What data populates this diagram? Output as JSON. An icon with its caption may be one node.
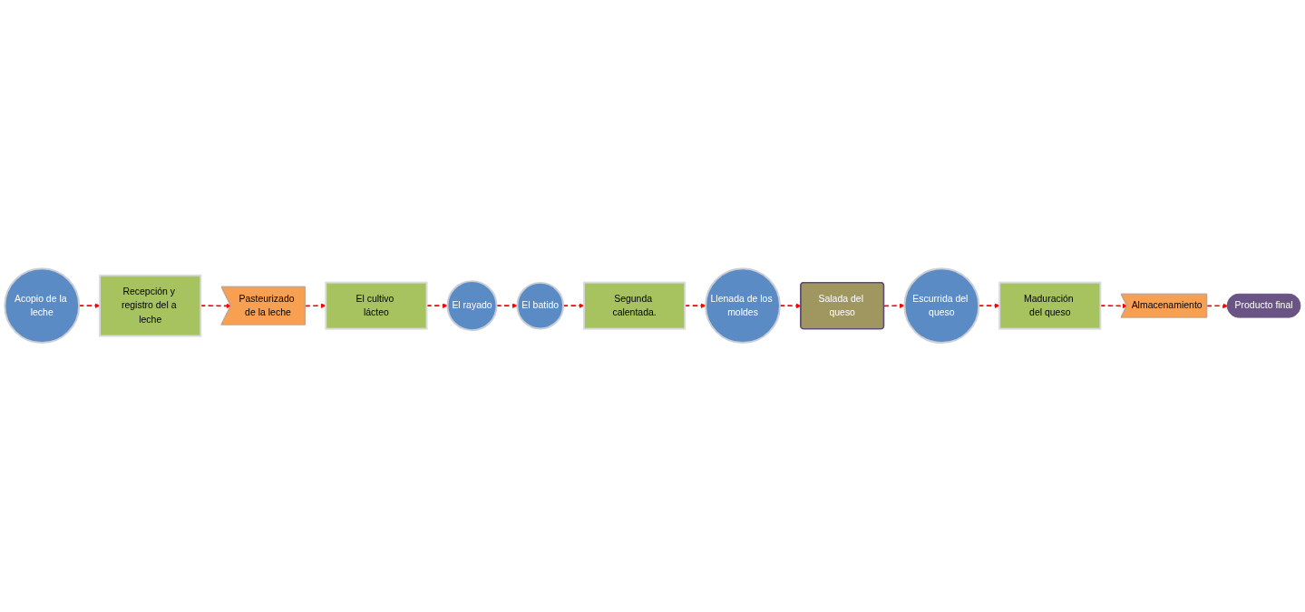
{
  "diagram": {
    "nodes": [
      {
        "text": [
          "Acopio de la leche"
        ]
      },
      {
        "text": [
          "Recepción y registro del a leche"
        ]
      },
      {
        "text": [
          "Pasteurizado de la leche"
        ]
      },
      {
        "text": [
          "El cultivo lácteo"
        ]
      },
      {
        "text": [
          "El rayado"
        ]
      },
      {
        "text": [
          "El batido"
        ]
      },
      {
        "text": [
          "Segunda calentada."
        ]
      },
      {
        "text": [
          "Llenada de los moldes"
        ]
      },
      {
        "text": [
          "Salada del queso"
        ]
      },
      {
        "text": [
          "Escurrida del queso"
        ]
      },
      {
        "text": [
          "Maduración del queso"
        ]
      },
      {
        "text": [
          "Almacenamiento"
        ]
      },
      {
        "text": [
          "Producto final"
        ]
      }
    ],
    "edges": [
      {
        "from": 0,
        "to": 1,
        "arrow": "to",
        "style": "dashed"
      },
      {
        "from": 1,
        "to": 2,
        "arrow": "to",
        "style": "dashed"
      },
      {
        "from": 2,
        "to": 3,
        "arrow": "to",
        "style": "dashed"
      },
      {
        "from": 3,
        "to": 4,
        "arrow": "to",
        "style": "dashed"
      },
      {
        "from": 4,
        "to": 5,
        "arrow": "to",
        "style": "dashed"
      },
      {
        "from": 5,
        "to": 6,
        "arrow": "to",
        "style": "dashed"
      },
      {
        "from": 6,
        "to": 7,
        "arrow": "to",
        "style": "dashed"
      },
      {
        "from": 7,
        "to": 8,
        "arrow": "to",
        "style": "dashed"
      },
      {
        "from": 8,
        "to": 9,
        "arrow": "to",
        "style": "dashed"
      },
      {
        "from": 9,
        "to": 10,
        "arrow": "to",
        "style": "dashed"
      },
      {
        "from": 10,
        "to": 11,
        "arrow": "to",
        "style": "dashed"
      },
      {
        "from": 11,
        "to": 12,
        "arrow": "to",
        "style": "dashed"
      }
    ]
  }
}
